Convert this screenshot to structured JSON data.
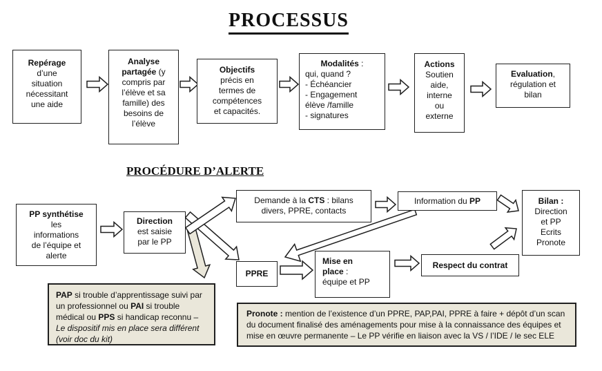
{
  "titles": {
    "main": "PROCESSUS",
    "alert": "PROCÉDURE D’ALERTE"
  },
  "colors": {
    "beige": "#eae7da",
    "border": "#1f1f1f",
    "background": "#ffffff"
  },
  "process": {
    "reperage": {
      "title": "Repérage",
      "lines": [
        "d’une",
        "situation",
        "nécessitant",
        "une aide"
      ]
    },
    "analyse": {
      "bold": "Analyse partagée",
      "rest": " (y compris par l’élève et sa famille) des besoins de l’élève"
    },
    "objectifs": {
      "title": "Objectifs",
      "lines": [
        "précis en",
        "termes  de",
        "compétences",
        "et capacités."
      ]
    },
    "modalites": {
      "title": "Modalités",
      "suffix": " :",
      "lines": [
        "qui, quand ?",
        "- Échéancier",
        "- Engagement",
        "élève /famille",
        "- signatures"
      ]
    },
    "actions": {
      "title": "Actions",
      "lines": [
        "Soutien",
        "aide,",
        "interne",
        "ou",
        "externe"
      ]
    },
    "evaluation": {
      "title": "Evaluation",
      "suffix": ",",
      "lines": [
        "régulation et",
        "bilan"
      ]
    }
  },
  "alerte": {
    "pp_synthetise": {
      "title": "PP synthétise",
      "lines": [
        "les",
        "informations",
        "de l’équipe et",
        "alerte"
      ]
    },
    "direction": {
      "title": "Direction",
      "lines": [
        "est saisie",
        "par le PP"
      ]
    },
    "cts": {
      "t1": "Demande à la ",
      "b": "CTS",
      "t2": " : bilans divers, PPRE, contacts"
    },
    "information": {
      "t1": "Information du ",
      "b": "PP"
    },
    "bilan": {
      "title": "Bilan :",
      "lines": [
        "Direction",
        "et PP",
        "Ecrits",
        "Pronote"
      ]
    },
    "ppre": {
      "title": "PPRE"
    },
    "mise_en_place": {
      "b1": "Mise en",
      "b2": "place",
      "suffix": " :",
      "line": "équipe et PP"
    },
    "respect": {
      "title": "Respect du contrat"
    },
    "pap": {
      "b1": "PAP",
      "t1": " si trouble d’apprentissage  suivi par un professionnel ou ",
      "b2": "PAI",
      "t2": " si trouble médical ou ",
      "b3": "PPS",
      "t3": " si handicap reconnu – ",
      "italic": "Le dispositif mis en place sera différent (voir doc du kit)"
    },
    "pronote": {
      "b": "Pronote :",
      "t": " mention de l’existence d’un PPRE, PAP,PAI, PPRE à faire + dépôt d’un scan du document finalisé des aménagements pour mise à la connaissance des équipes et mise en œuvre permanente – Le PP vérifie en liaison avec la VS / l’IDE / le sec ELE"
    }
  }
}
